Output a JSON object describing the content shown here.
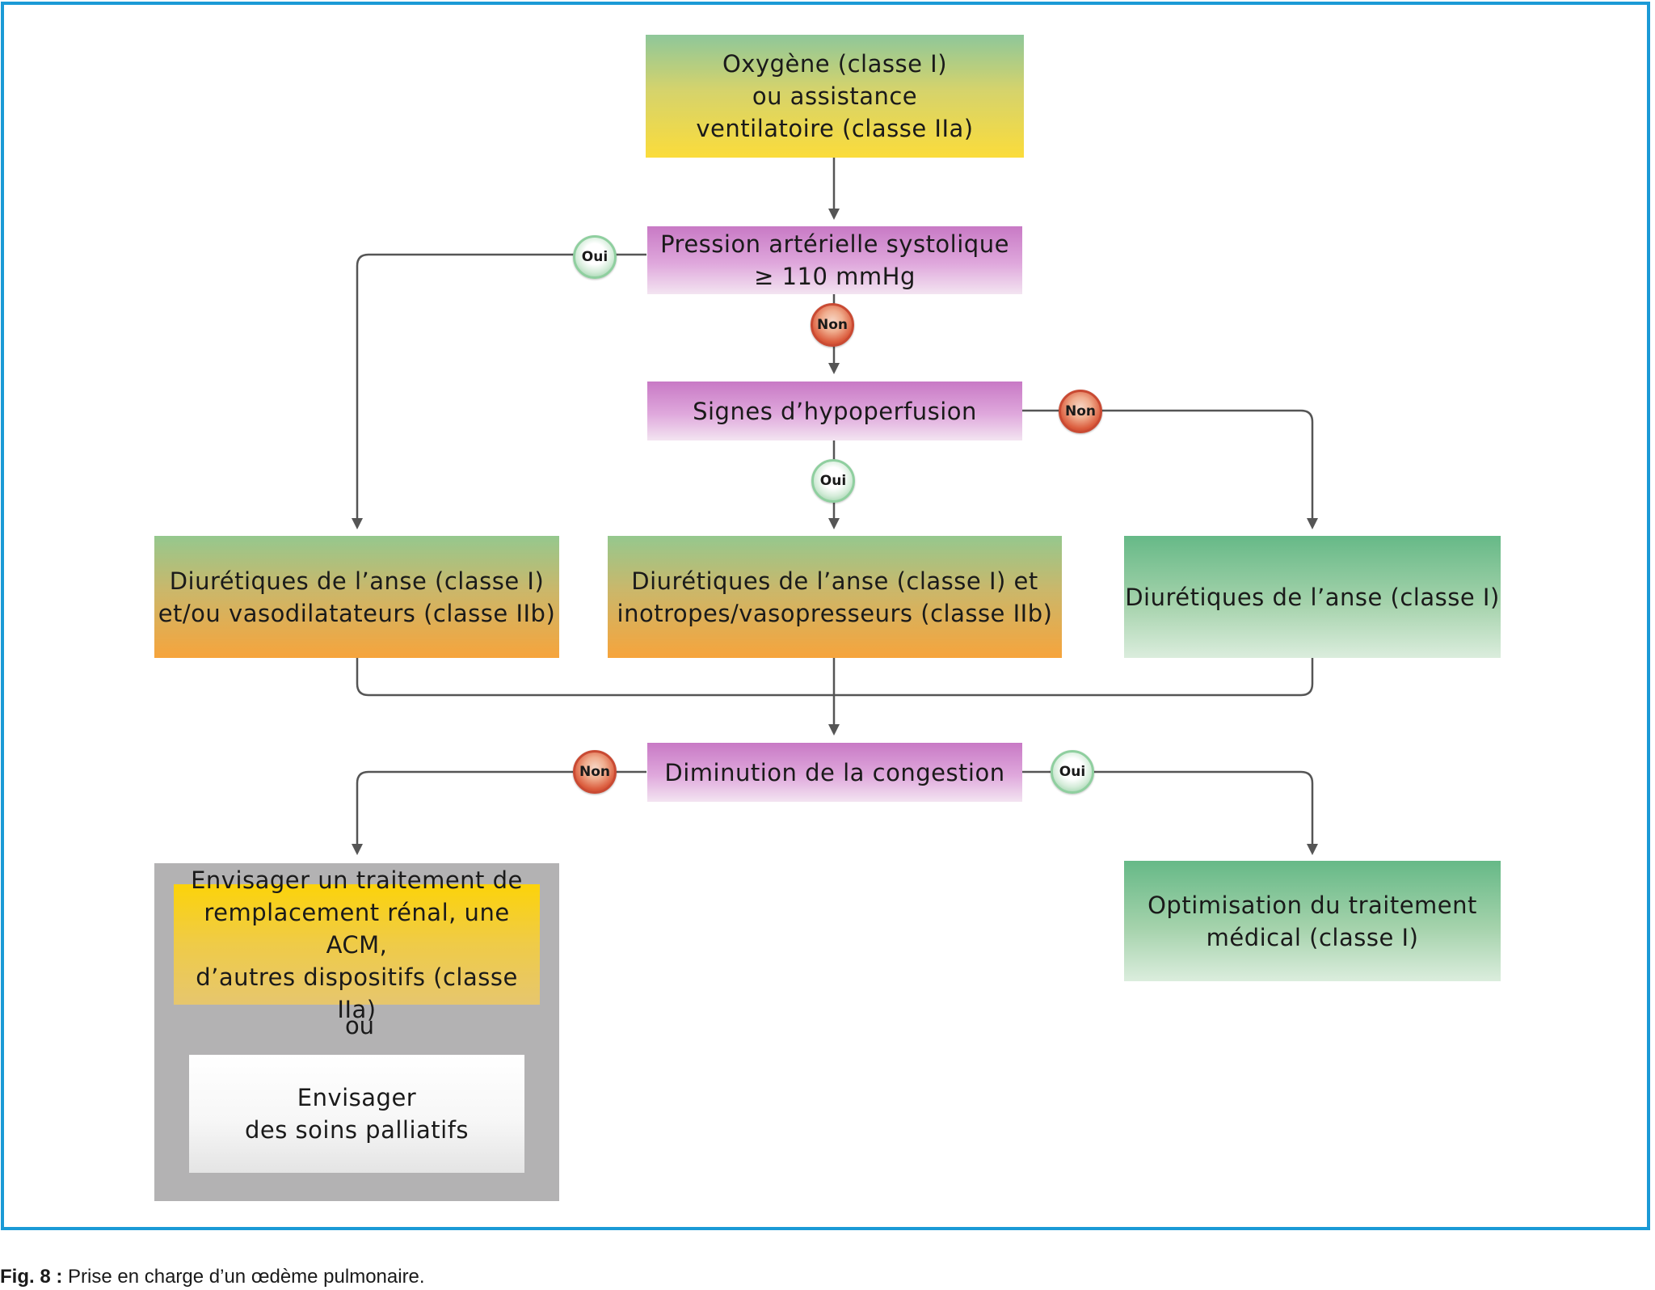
{
  "nodes": {
    "oxygen": "Oxygène (classe I)\nou assistance\nventilatoire (classe IIa)",
    "pas": "Pression artérielle systolique\n≥ 110 mmHg",
    "hypoperfusion": "Signes d’hypoperfusion",
    "diuretics_vasodilators": "Diurétiques de l’anse (classe I)\net/ou vasodilatateurs (classe IIb)",
    "diuretics_inotropes": "Diurétiques de l’anse (classe I) et\ninotropes/vasopresseurs (classe IIb)",
    "diuretics_only": "Diurétiques de l’anse (classe I)",
    "congestion": "Diminution de la congestion",
    "renal": "Envisager un traitement de\nremplacement rénal, une ACM,\nd’autres dispositifs (classe IIa)",
    "or_label": "ou",
    "palliative": "Envisager\ndes soins palliatifs",
    "optimisation": "Optimisation du traitement\nmédical (classe I)"
  },
  "badges": {
    "pas_oui": "Oui",
    "pas_non": "Non",
    "hypo_non": "Non",
    "hypo_oui": "Oui",
    "cong_non": "Non",
    "cong_oui": "Oui"
  },
  "caption": {
    "label": "Fig. 8 :",
    "text": " Prise en charge d’un œdème pulmonaire."
  },
  "colors": {
    "frame": "#1b9ad6",
    "connector": "#555555",
    "oui_badge": "#8fcf9f",
    "non_badge": "#c94a33",
    "panel_grey": "#b3b2b3"
  }
}
